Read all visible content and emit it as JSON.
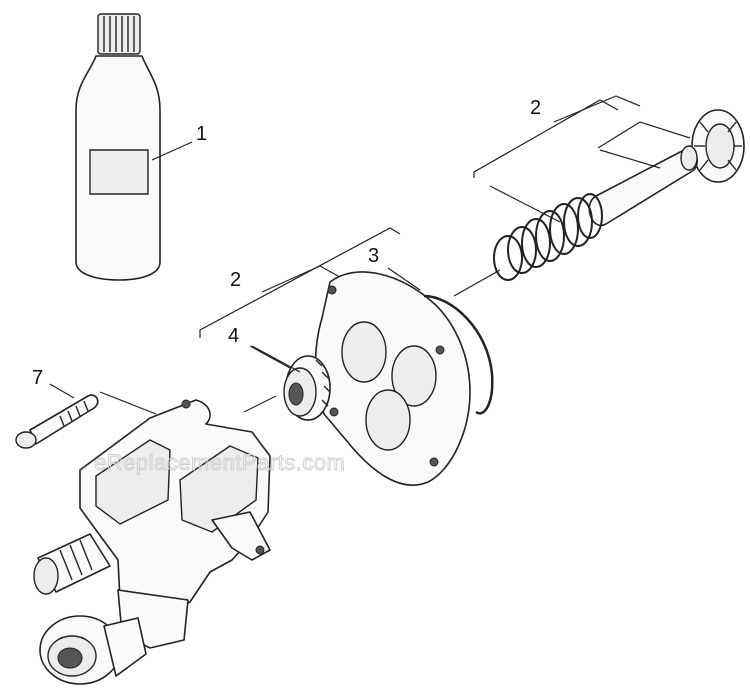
{
  "callouts": {
    "c1": "1",
    "c2_top": "2",
    "c2_mid": "2",
    "c3": "3",
    "c4": "4",
    "c7": "7"
  },
  "watermark": "eReplacementParts.com"
}
